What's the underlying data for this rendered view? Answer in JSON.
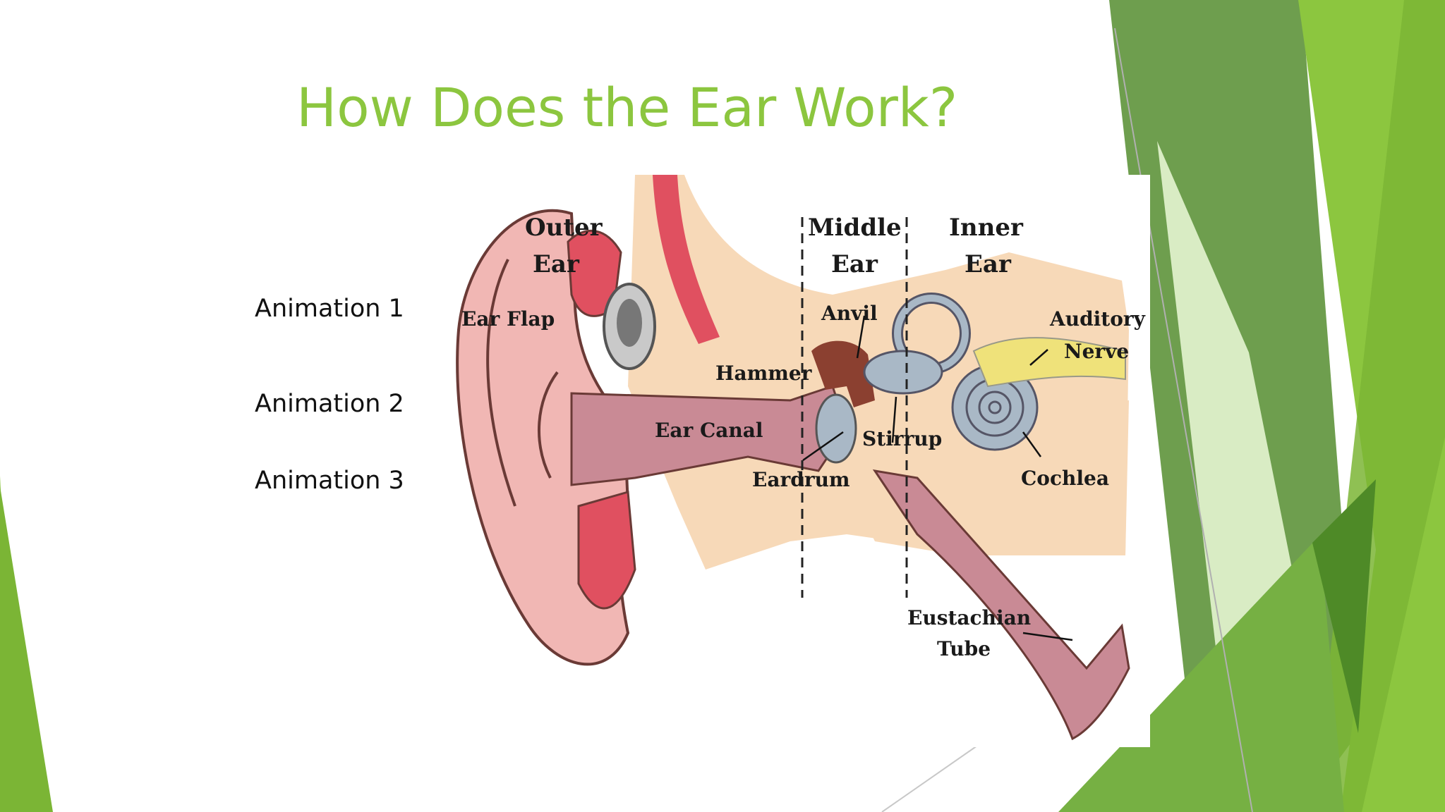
{
  "slide": {
    "title": "How Does the Ear Work?",
    "animations": [
      "Animation 1",
      "Animation 2",
      "Animation 3"
    ]
  },
  "diagram": {
    "sections": {
      "outer": [
        "Outer",
        "Ear"
      ],
      "middle": [
        "Middle",
        "Ear"
      ],
      "inner": [
        "Inner",
        "Ear"
      ]
    },
    "labels": {
      "ear_flap": "Ear Flap",
      "anvil": "Anvil",
      "hammer": "Hammer",
      "ear_canal": "Ear Canal",
      "stirrup": "Stirrup",
      "eardrum": "Eardrum",
      "auditory": [
        "Auditory",
        "Nerve"
      ],
      "cochlea": "Cochlea",
      "eustachian": [
        "Eustachian",
        "Tube"
      ]
    }
  },
  "colors": {
    "title": "#8cc63f",
    "green_light": "#8cc63f",
    "green_dark": "#6e9e4e",
    "green_pale": "#d9ecc4",
    "skin": "#f7d9b8",
    "pink": "#f1b7b4",
    "red": "#e05060",
    "canal": "#c98a95",
    "bone": "#8b4030",
    "inner": "#a9b8c6",
    "nerve": "#efe27a"
  }
}
